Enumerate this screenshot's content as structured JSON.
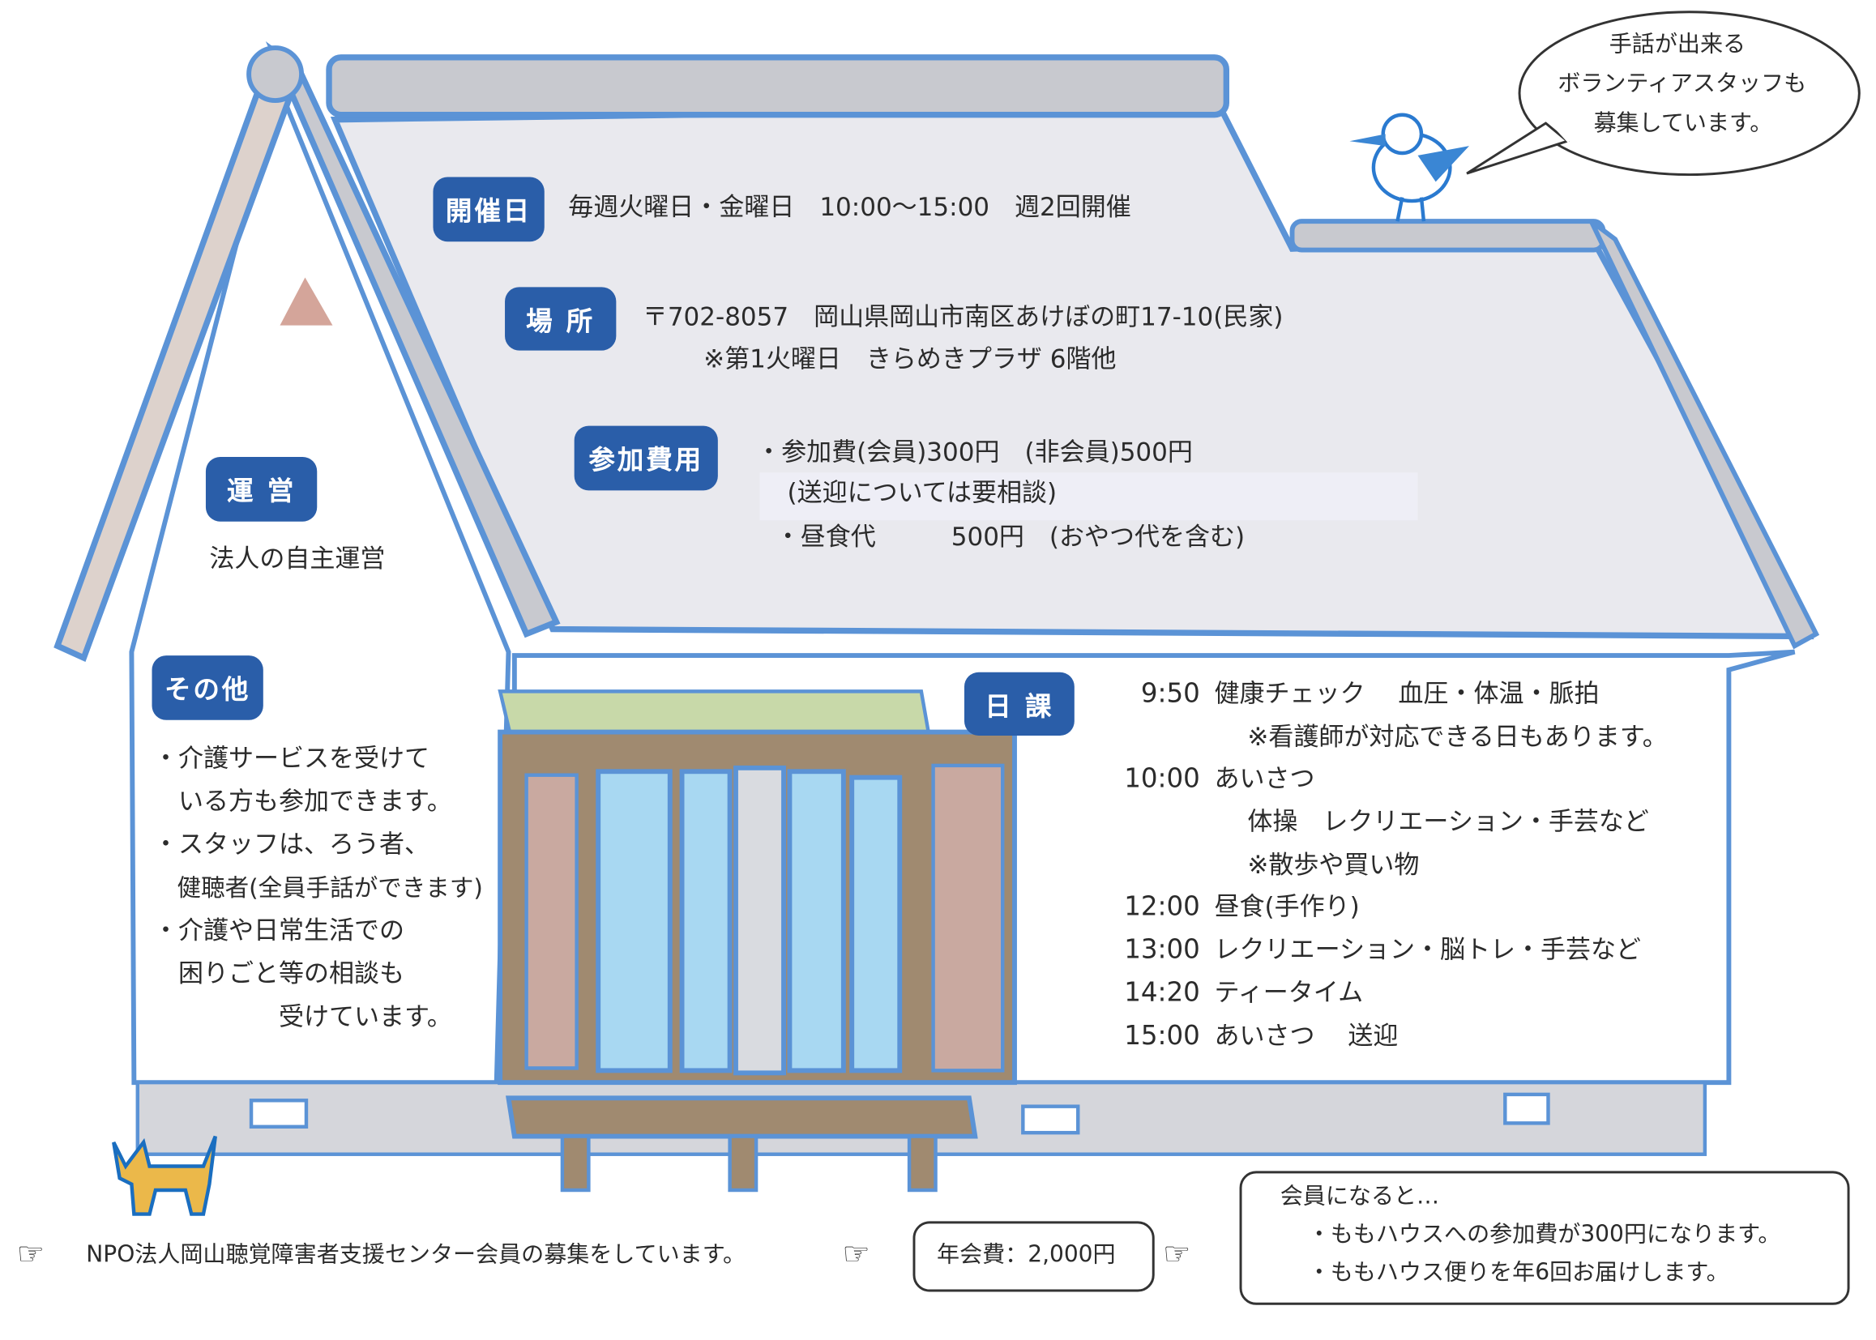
{
  "bubble": {
    "lines": [
      "手話が出来る",
      "ボランティアスタッフも",
      "募集しています。"
    ]
  },
  "schedule": {
    "label": "開催日",
    "text": "毎週火曜日・金曜日　10:00〜15:00　週2回開催"
  },
  "place": {
    "label": "場 所",
    "line1": "〒702-8057　岡山県岡山市南区あけぼの町17-10(民家)",
    "line2": "※第1火曜日　きらめきプラザ 6階他"
  },
  "fee": {
    "label": "参加費用",
    "line1": "・参加費(会員)300円　(非会員)500円",
    "line2": "(送迎については要相談)",
    "line3": "・昼食代　　　500円　(おやつ代を含む)"
  },
  "management": {
    "label": "運 営",
    "text": "法人の自主運営"
  },
  "other": {
    "label": "その他",
    "lines": [
      "・介護サービスを受けて",
      "　いる方も参加できます。",
      "・スタッフは、ろう者、",
      "　健聴者(全員手話ができます)",
      "・介護や日常生活での",
      "　困りごと等の相談も",
      "　　　　　受けています。"
    ]
  },
  "daily": {
    "label": "日 課",
    "rows": [
      {
        "time": "9:50",
        "text": "健康チェック　 血圧・体温・脈拍"
      },
      {
        "time": "",
        "text": "　 ※看護師が対応できる日もあります。"
      },
      {
        "time": "10:00",
        "text": "あいさつ"
      },
      {
        "time": "",
        "text": "　 体操　レクリエーション・手芸など"
      },
      {
        "time": "",
        "text": "　 ※散歩や買い物"
      },
      {
        "time": "12:00",
        "text": "昼食(手作り)"
      },
      {
        "time": "13:00",
        "text": "レクリエーション・脳トレ・手芸など"
      },
      {
        "time": "14:20",
        "text": "ティータイム"
      },
      {
        "time": "15:00",
        "text": "あいさつ　 送迎"
      }
    ]
  },
  "footer": {
    "recruit": "NPO法人岡山聴覚障害者支援センター会員の募集をしています。",
    "annual_fee": "年会費：2,000円",
    "benefits_title": "会員になると…",
    "benefits": [
      "・ももハウスへの参加費が300円になります。",
      "・ももハウス便りを年6回お届けします。"
    ]
  },
  "colors": {
    "badge": "#2a5ea9",
    "outline": "#5b93d6",
    "roof": "#e9e9ee"
  }
}
